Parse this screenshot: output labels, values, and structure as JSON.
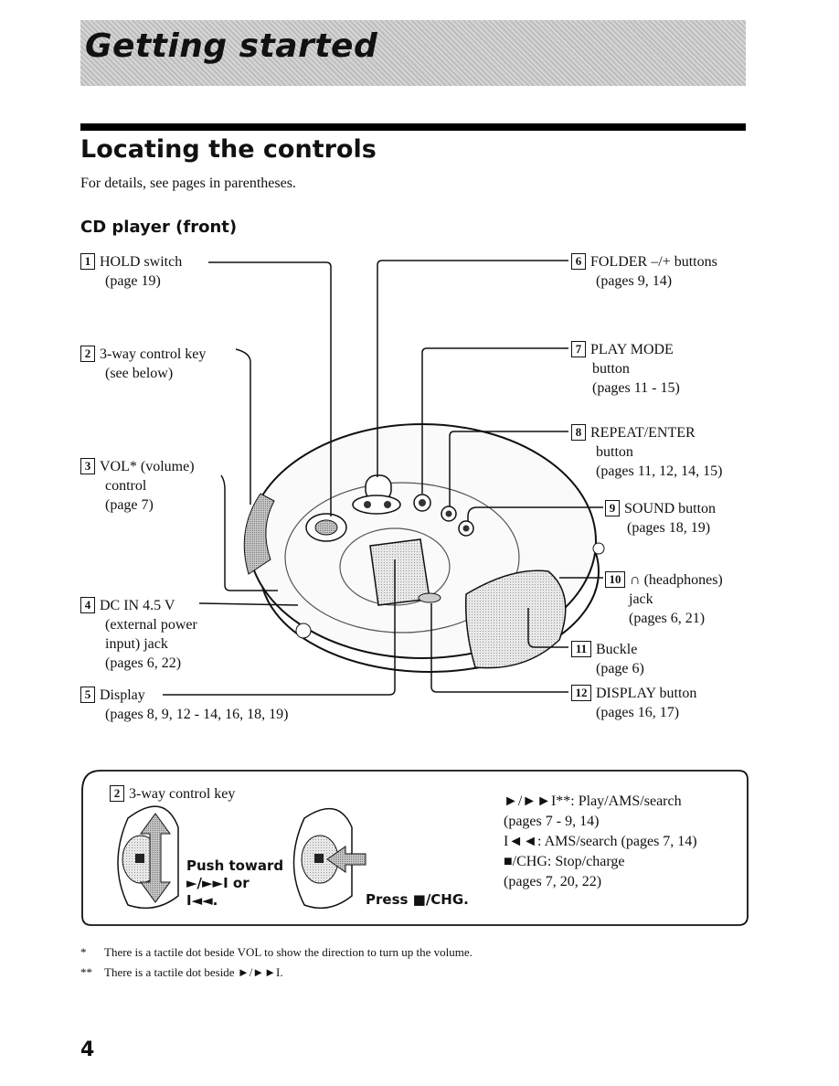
{
  "header": {
    "banner_title": "Getting started"
  },
  "section": {
    "title": "Locating the controls",
    "intro": "For details, see pages in parentheses.",
    "subhead": "CD player (front)"
  },
  "labels": [
    {
      "n": "1",
      "line1": "HOLD switch",
      "line2": "(page 19)"
    },
    {
      "n": "2",
      "line1": "3-way control key",
      "line2": "(see below)"
    },
    {
      "n": "3",
      "line1": "VOL* (volume)",
      "line2": "control",
      "line3": "(page 7)"
    },
    {
      "n": "4",
      "line1": "DC IN 4.5 V",
      "line2": "(external power",
      "line3": "input) jack",
      "line4": "(pages 6, 22)"
    },
    {
      "n": "5",
      "line1": "Display",
      "line2": "(pages 8, 9, 12 - 14, 16, 18, 19)"
    },
    {
      "n": "6",
      "line1": "FOLDER –/+ buttons",
      "line2": "(pages 9, 14)"
    },
    {
      "n": "7",
      "line1": "PLAY MODE",
      "line2": "button",
      "line3": "(pages 11 - 15)"
    },
    {
      "n": "8",
      "line1": "REPEAT/ENTER",
      "line2": "button",
      "line3": "(pages 11, 12, 14, 15)"
    },
    {
      "n": "9",
      "line1": "SOUND button",
      "line2": "(pages 18, 19)"
    },
    {
      "n": "10",
      "line1": "(headphones)",
      "line2": "jack",
      "line3": "(pages 6, 21)"
    },
    {
      "n": "11",
      "line1": "Buckle",
      "line2": "(page 6)"
    },
    {
      "n": "12",
      "line1": "DISPLAY button",
      "line2": "(pages 16, 17)"
    }
  ],
  "control_box": {
    "title_num": "2",
    "title": "3-way control key",
    "push_line1": "Push toward",
    "push_line2": "►/►►I or",
    "push_line3": "I◄◄.",
    "press": "Press ■/CHG.",
    "desc": [
      "►/►►I**: Play/AMS/search",
      "(pages 7 - 9, 14)",
      "I◄◄: AMS/search (pages 7, 14)",
      "■/CHG: Stop/charge",
      "(pages 7, 20, 22)"
    ]
  },
  "footnotes": {
    "f1_mark": "*",
    "f1": "There is a tactile dot beside VOL to show the direction to turn up the volume.",
    "f2_mark": "**",
    "f2": "There is a tactile dot beside ►/►►I."
  },
  "page_number": "4"
}
